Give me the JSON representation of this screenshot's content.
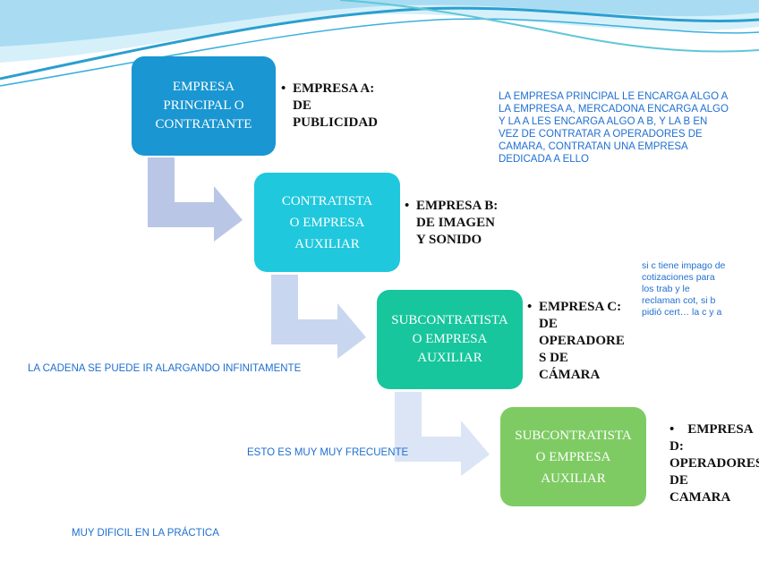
{
  "boxes": [
    {
      "lines": [
        "EMPRESA",
        "PRINCIPAL O",
        "CONTRATANTE"
      ],
      "color": "#1a96d2"
    },
    {
      "lines": [
        "CONTRATISTA",
        "O EMPRESA",
        "AUXILIAR"
      ],
      "color": "#1fc8dd"
    },
    {
      "lines": [
        "SUBCONTRATISTA",
        "O EMPRESA",
        "AUXILIAR"
      ],
      "color": "#17c69d"
    },
    {
      "lines": [
        "SUBCONTRATISTA",
        "O EMPRESA",
        "AUXILIAR"
      ],
      "color": "#7ecb63"
    }
  ],
  "bullets": [
    {
      "lines": [
        "EMPRESA A:",
        "DE",
        "PUBLICIDAD"
      ]
    },
    {
      "lines": [
        "EMPRESA B:",
        "DE IMAGEN",
        "Y SONIDO"
      ]
    },
    {
      "lines": [
        "EMPRESA C:",
        "DE",
        "OPERADORE",
        "S DE",
        "CÁMARA"
      ]
    },
    {
      "lines": [
        "EMPRESA",
        "D:",
        "OPERADORES",
        "DE",
        "CAMARA"
      ]
    }
  ],
  "notes": {
    "principal": [
      "LA EMPRESA PRINCIPAL LE ENCARGA ALGO A",
      "LA EMPRESA A, MERCADONA ENCARGA ALGO",
      "Y LA A LES ENCARGA ALGO A B, Y LA B EN",
      "VEZ DE CONTRATAR A OPERADORES DE",
      "CAMARA, CONTRATAN UNA EMPRESA",
      "DEDICADA A ELLO"
    ],
    "impago": [
      "si c tiene impago de",
      "cotizaciones para",
      "los trab y le",
      "reclaman cot, si b",
      "pidió cert… la c y a"
    ],
    "cadena": "LA CADENA SE PUEDE IR ALARGANDO INFINITAMENTE",
    "frecuente": "ESTO ES MUY MUY FRECUENTE",
    "dificil": "MUY DIFICIL EN LA PRÁCTICA"
  },
  "colors": {
    "accent_text": "#1f6fd0",
    "arrow1": "#b9c6e6",
    "arrow2": "#c9d6ef",
    "arrow3": "#dbe5f6",
    "arrow4": "#e8eff9",
    "wave_dark": "#2a9fd0",
    "wave_light": "#bfe6f6"
  }
}
